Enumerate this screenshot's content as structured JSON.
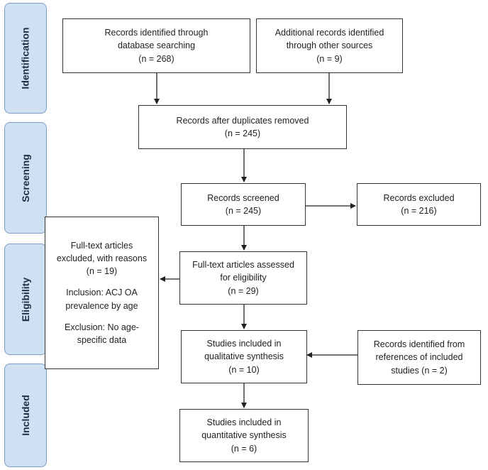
{
  "stages": {
    "identification": "Identification",
    "screening": "Screening",
    "eligibility": "Eligibility",
    "included": "Included"
  },
  "boxes": {
    "db_search": {
      "line1": "Records identified through",
      "line2": "database searching",
      "count": "(n = 268)"
    },
    "other_sources": {
      "line1": "Additional records identified",
      "line2": "through other sources",
      "count": "(n = 9)"
    },
    "after_duplicates": {
      "line1": "Records after duplicates removed",
      "count": "(n = 245)"
    },
    "screened": {
      "line1": "Records screened",
      "count": "(n = 245)"
    },
    "excluded": {
      "line1": "Records excluded",
      "count": "(n = 216)"
    },
    "fulltext_assessed": {
      "line1": "Full-text articles assessed",
      "line2": "for eligibility",
      "count": "(n = 29)"
    },
    "fulltext_excluded": {
      "line1": "Full-text articles",
      "line2": "excluded, with reasons",
      "count": "(n = 19)",
      "inclusion_line1": "Inclusion: ACJ OA",
      "inclusion_line2": "prevalence by age",
      "exclusion_line1": "Exclusion: No age-",
      "exclusion_line2": "specific data"
    },
    "qualitative": {
      "line1": "Studies included in",
      "line2": "qualitative synthesis",
      "count": "(n = 10)"
    },
    "references": {
      "line1": "Records identified from",
      "line2": "references of included",
      "line3": "studies (n = 2)"
    },
    "quantitative": {
      "line1": "Studies included in",
      "line2": "quantitative synthesis",
      "count": "(n = 6)"
    }
  }
}
